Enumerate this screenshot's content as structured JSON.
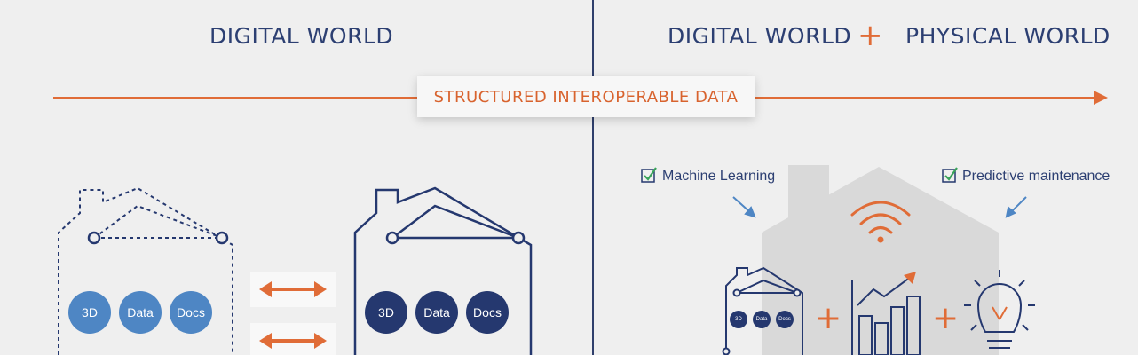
{
  "left": {
    "subtitle": "DIGITAL WORLD",
    "house_dotted_circles": [
      "3D",
      "Data",
      "Docs"
    ],
    "house_solid_circles": [
      "3D",
      "Data",
      "Docs"
    ]
  },
  "right": {
    "subtitle_digital": "DIGITAL WORLD",
    "plus": "+",
    "subtitle_physical": "PHYSICAL WORLD",
    "machine_learning_label": "Machine Learning",
    "predictive_label": "Predictive maintenance",
    "mini_house_circles": [
      "3D",
      "Data",
      "Docs"
    ],
    "plus_a": "+",
    "plus_b": "+"
  },
  "timeline": {
    "label": "STRUCTURED INTEROPERABLE DATA"
  },
  "colors": {
    "navy": "#25386f",
    "light_blue": "#4e86c4",
    "orange": "#e06c37",
    "background": "#efefef"
  },
  "icons": [
    "checkbox-icon",
    "arrow-icon",
    "wifi-icon",
    "chart-icon",
    "lightbulb-icon",
    "double-arrow-icon"
  ]
}
